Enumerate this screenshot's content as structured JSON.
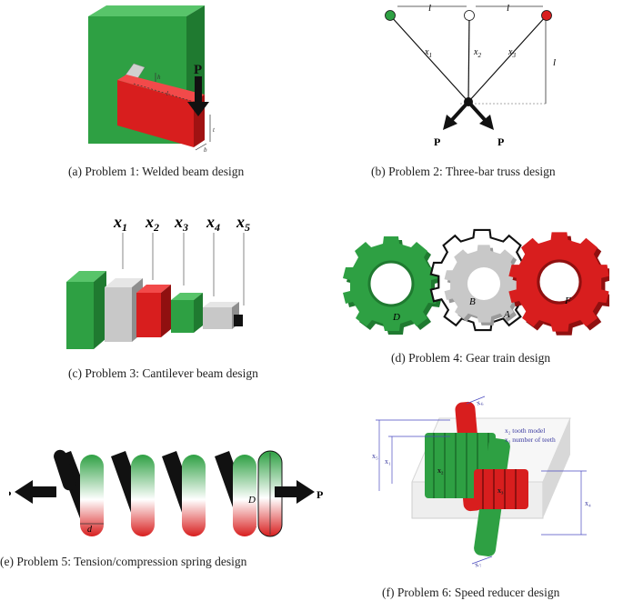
{
  "colors": {
    "green": "#2ea043",
    "red": "#d81e1e",
    "gray": "#c8c8c8",
    "dark": "#111111"
  },
  "panels": [
    {
      "id": "a",
      "caption": "(a) Problem 1: Welded beam design",
      "labels": {
        "load": "P",
        "h": "h",
        "l": "l",
        "t": "t",
        "b": "b"
      }
    },
    {
      "id": "b",
      "caption": "(b) Problem 2: Three-bar truss design",
      "labels": {
        "l_left": "l",
        "l_right": "l",
        "l_vertical": "l",
        "x1": "x",
        "x1_sub": "1",
        "x2": "x",
        "x2_sub": "2",
        "x3": "x",
        "x3_sub": "3",
        "p_left": "P",
        "p_right": "P"
      }
    },
    {
      "id": "c",
      "caption": "(c) Problem 3: Cantilever beam design",
      "labels": {
        "x1": "x",
        "x1_sub": "1",
        "x2": "x",
        "x2_sub": "2",
        "x3": "x",
        "x3_sub": "3",
        "x4": "x",
        "x4_sub": "4",
        "x5": "x",
        "x5_sub": "5"
      }
    },
    {
      "id": "d",
      "caption": "(d) Problem 4: Gear train design",
      "labels": {
        "gear_d": "D",
        "gear_b": "B",
        "gear_a": "A",
        "gear_f": "F"
      }
    },
    {
      "id": "e",
      "caption": "(e) Problem 5: Tension/compression spring design",
      "labels": {
        "p_left": "P",
        "p_right": "P",
        "d_small": "d",
        "d_large": "D"
      }
    },
    {
      "id": "f",
      "caption": "(f) Problem 6: Speed reducer design",
      "labels": {
        "legend_1": "x₂ tooth model",
        "legend_2": "x₃ number of teeth",
        "x5": "x₅",
        "x1": "x₁",
        "x2": "x₂",
        "x3": "x₃",
        "x4": "x₄",
        "x6": "x₆",
        "x7": "x₇"
      }
    }
  ]
}
